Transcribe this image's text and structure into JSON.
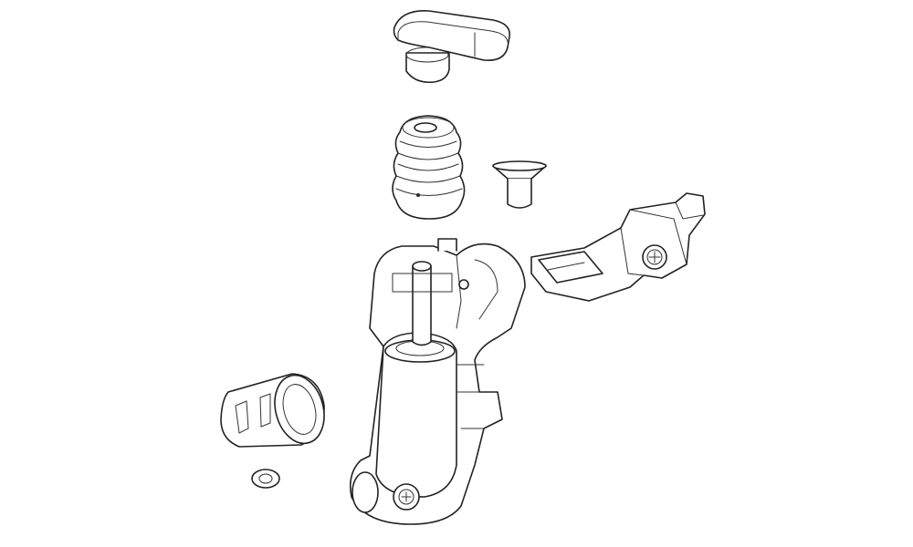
{
  "diagram": {
    "type": "exploded-view line drawing",
    "colors": {
      "line": "#222222",
      "background": "#ffffff"
    },
    "parts": [
      "knob",
      "bellows-spring",
      "screw",
      "lever-clamp",
      "main-body",
      "end-cap",
      "washer"
    ]
  }
}
